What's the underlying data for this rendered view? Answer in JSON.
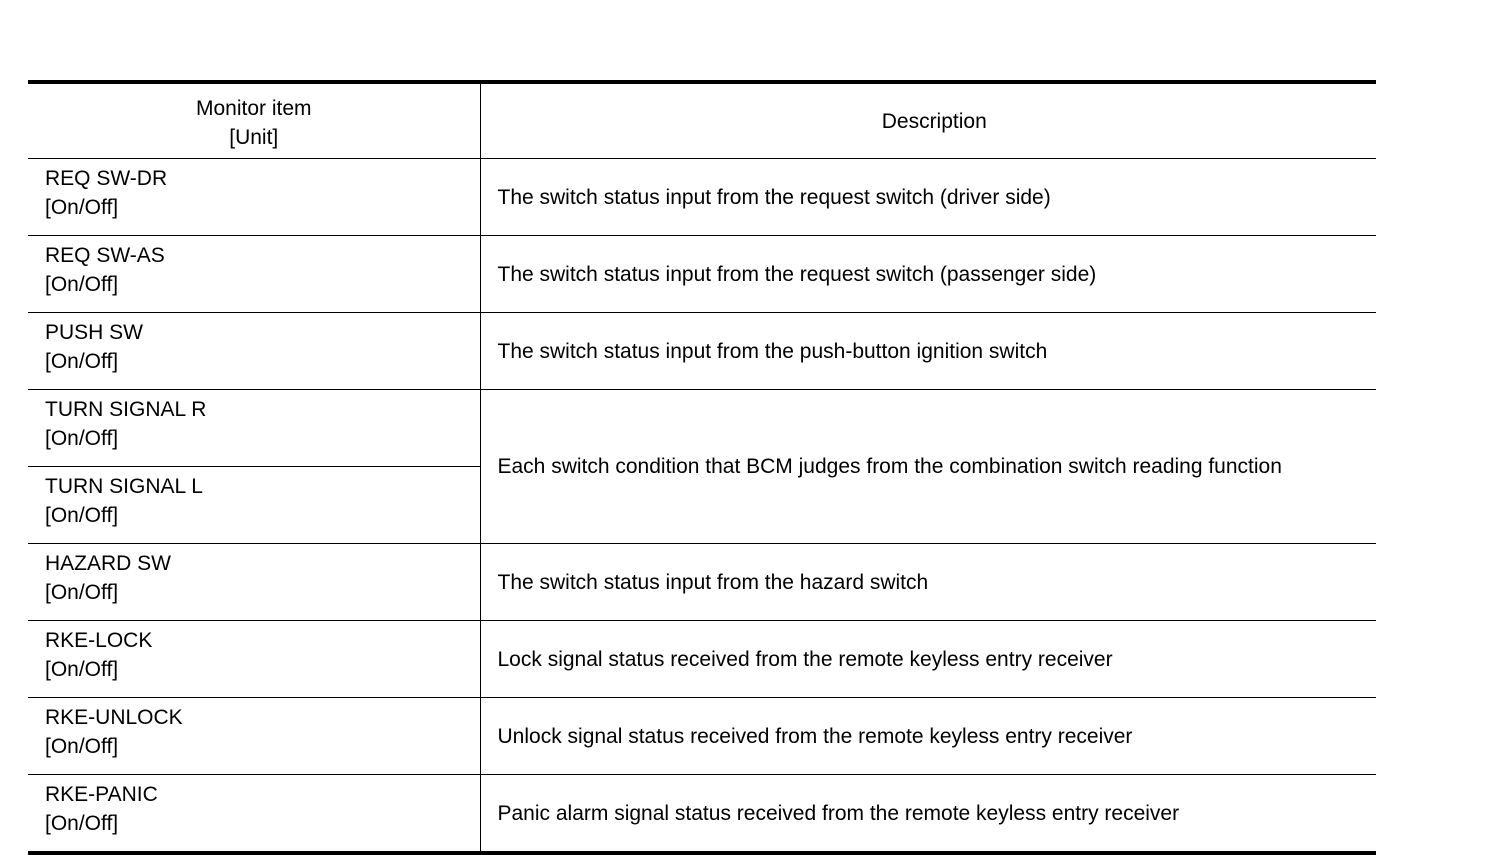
{
  "table": {
    "headers": {
      "item": [
        "Monitor item",
        "[Unit]"
      ],
      "description": "Description"
    },
    "rows": [
      {
        "item": "REQ SW-DR",
        "unit": "[On/Off]",
        "description": "The switch status input from the request switch (driver side)"
      },
      {
        "item": "REQ SW-AS",
        "unit": "[On/Off]",
        "description": "The switch status input from the request switch (passenger side)"
      },
      {
        "item": "PUSH SW",
        "unit": "[On/Off]",
        "description": "The switch status input from the push-button ignition switch"
      },
      {
        "item": "TURN SIGNAL R",
        "unit": "[On/Off]",
        "description": "Each switch condition that BCM judges from the combination switch reading function"
      },
      {
        "item": "TURN SIGNAL L",
        "unit": "[On/Off]",
        "description": ""
      },
      {
        "item": "HAZARD SW",
        "unit": "[On/Off]",
        "description": "The switch status input from the hazard switch"
      },
      {
        "item": "RKE-LOCK",
        "unit": "[On/Off]",
        "description": "Lock signal status received from the remote keyless entry receiver"
      },
      {
        "item": "RKE-UNLOCK",
        "unit": "[On/Off]",
        "description": "Unlock signal status received from the remote keyless entry receiver"
      },
      {
        "item": "RKE-PANIC",
        "unit": "[On/Off]",
        "description": "Panic alarm signal status received from the remote keyless entry receiver"
      }
    ]
  }
}
